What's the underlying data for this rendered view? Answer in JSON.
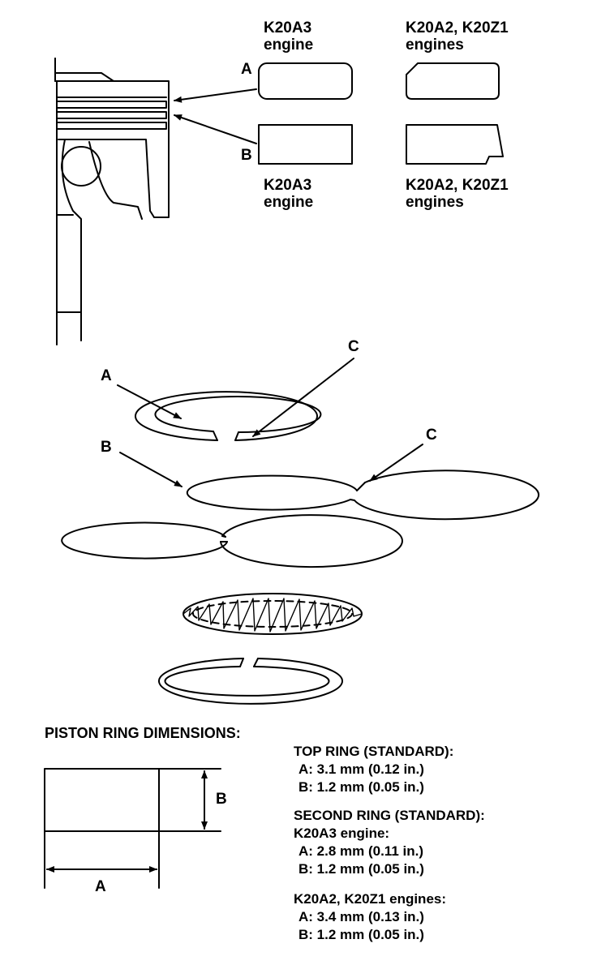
{
  "top_labels": {
    "k20a3_top_line1": "K20A3",
    "k20a3_top_line2": "engine",
    "k20a2_top_line1": "K20A2, K20Z1",
    "k20a2_top_line2": "engines",
    "k20a3_bottom_line1": "K20A3",
    "k20a3_bottom_line2": "engine",
    "k20a2_bottom_line1": "K20A2, K20Z1",
    "k20a2_bottom_line2": "engines"
  },
  "callouts": {
    "upper_a": "A",
    "upper_b": "B",
    "ring_a": "A",
    "ring_b": "B",
    "ring_c1": "C",
    "ring_c2": "C",
    "dim_a": "A",
    "dim_b": "B"
  },
  "dimensions": {
    "heading": "PISTON RING DIMENSIONS:",
    "top_ring_heading": "TOP RING (STANDARD):",
    "top_ring_a": "A: 3.1 mm (0.12 in.)",
    "top_ring_b": "B: 1.2 mm (0.05 in.)",
    "second_ring_heading": "SECOND RING (STANDARD):",
    "k20a3_heading": "K20A3 engine:",
    "k20a3_a": "A: 2.8 mm (0.11 in.)",
    "k20a3_b": "B: 1.2 mm (0.05 in.)",
    "k20a2_heading": "K20A2, K20Z1 engines:",
    "k20a2_a": "A: 3.4 mm (0.13 in.)",
    "k20a2_b": "B: 1.2 mm (0.05 in.)"
  }
}
